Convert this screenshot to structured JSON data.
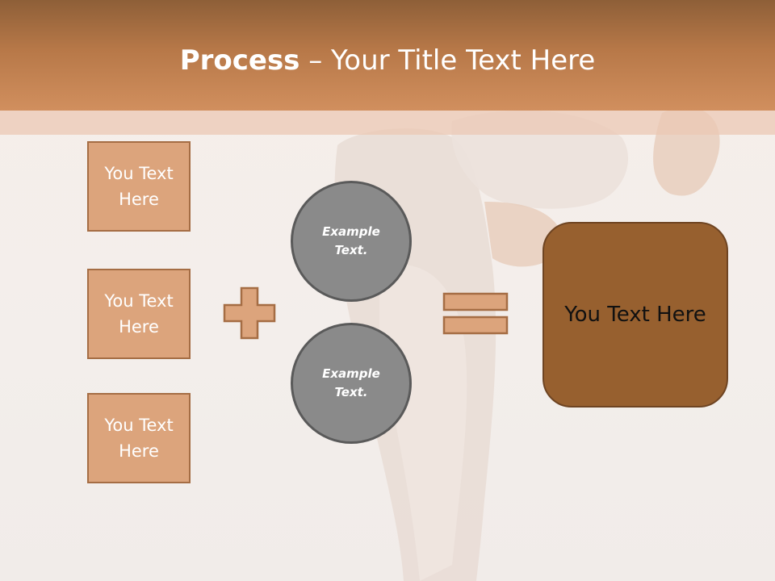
{
  "title": {
    "bold": "Process",
    "rest": " – Your Title Text Here"
  },
  "left_boxes": [
    "You Text Here",
    "You Text Here",
    "You Text Here"
  ],
  "circles": [
    "Example Text.",
    "Example Text."
  ],
  "result": "You Text Here",
  "symbols": {
    "plus": "plus-icon",
    "equals": "equals-icon"
  },
  "colors": {
    "header": "#c4824f",
    "box_fill": "#dca47c",
    "box_border": "#a56d44",
    "circle_fill": "#8a8a8a",
    "result_fill": "#97602f"
  }
}
